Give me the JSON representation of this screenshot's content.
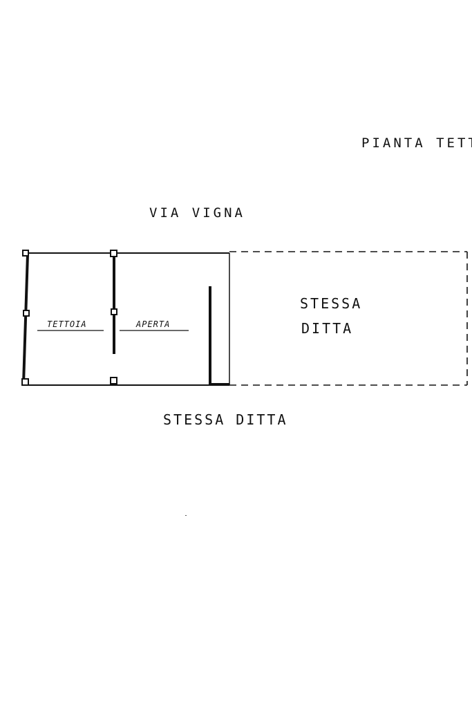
{
  "title": "PIANTA TETT",
  "street_label": "VIA VIGNA",
  "bottom_label": "STESSA DITTA",
  "adjacent_label_line1": "STESSA",
  "adjacent_label_line2": "DITTA",
  "shelter_label_left": "TETTOIA",
  "shelter_label_right": "APERTA",
  "colors": {
    "ink": "#111111",
    "paper": "#ffffff"
  }
}
